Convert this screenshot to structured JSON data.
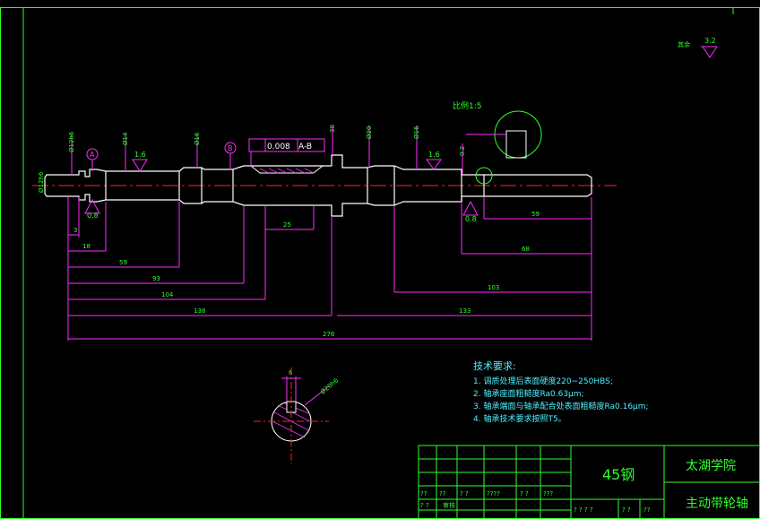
{
  "scale_note": "比例1:5",
  "roughness_other": {
    "label": "其余",
    "value": "3.2"
  },
  "diameters": {
    "left_end": "Ø12h6",
    "d_a": "Ø12h6",
    "d1": "Ø14",
    "d2": "Ø16",
    "collar": "30",
    "d3": "Ø20",
    "d4": "Ø16"
  },
  "detail_value": "0.2",
  "roughness": {
    "r1": "1.6",
    "r2": "1.6",
    "r3": "0.8",
    "r4": "0.8"
  },
  "datums": {
    "a": "A",
    "b": "B"
  },
  "tolerance": {
    "value": "0.008",
    "ref": "A-B"
  },
  "dimensions": {
    "d3": "3",
    "d18": "18",
    "d59": "59",
    "d93": "93",
    "d104": "104",
    "d138": "138",
    "d25": "25",
    "d276": "276",
    "r59": "59",
    "r68": "68",
    "r103": "103",
    "r133": "133"
  },
  "section": {
    "key_width": "6",
    "diameter": "Ø20h6"
  },
  "tech": {
    "title": "技术要求:",
    "lines": [
      "1. 调质处理后表面硬度220−250HBS;",
      "2. 轴承座面粗糙度Ra0.63μm;",
      "3. 轴承端面与轴承配合处表面粗糙度Ra0.16μm;",
      "4. 轴承技术要求按照T5。"
    ]
  },
  "title_block": {
    "material": "45钢",
    "school": "太湖学院",
    "part": "主动带轮轴",
    "row1": [
      "??",
      "??",
      "? ?",
      "????",
      "? ?",
      "???"
    ],
    "row2": [
      "? ?",
      "审核"
    ],
    "row3": [
      "? ? ? ?",
      "? ?",
      "??"
    ]
  },
  "colors": {
    "frame": "#2cff2c",
    "outline": "#ffffff",
    "dim": "#ff2cff",
    "axis": "#ff2020",
    "text": "#2cff2c",
    "tech": "#4ff0ff"
  }
}
